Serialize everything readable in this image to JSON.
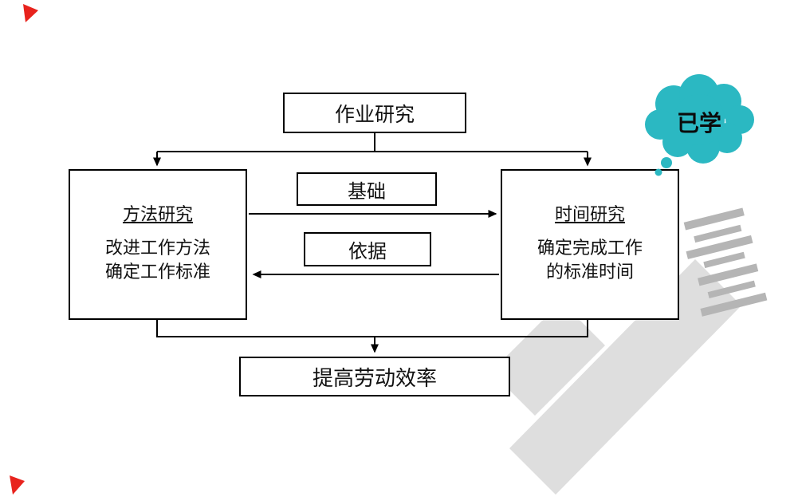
{
  "slide": {
    "accent_triangle_color": "#e8231d",
    "watermark_color": "#dedede",
    "watermark_glyph_color": "#b5b5b5"
  },
  "diagram": {
    "top_box": {
      "label": "作业研究"
    },
    "left_box": {
      "title": "方法研究",
      "lines": [
        "改进工作方法",
        "确定工作标准"
      ]
    },
    "right_box": {
      "title": "时间研究",
      "lines": [
        "确定完成工作",
        "的标准时间"
      ]
    },
    "basis_box": {
      "label": "基础"
    },
    "reference_box": {
      "label": "依据"
    },
    "bottom_box": {
      "label": "提高劳动效率"
    }
  },
  "callout": {
    "label": "已学",
    "fill": "#2bb8c2"
  }
}
